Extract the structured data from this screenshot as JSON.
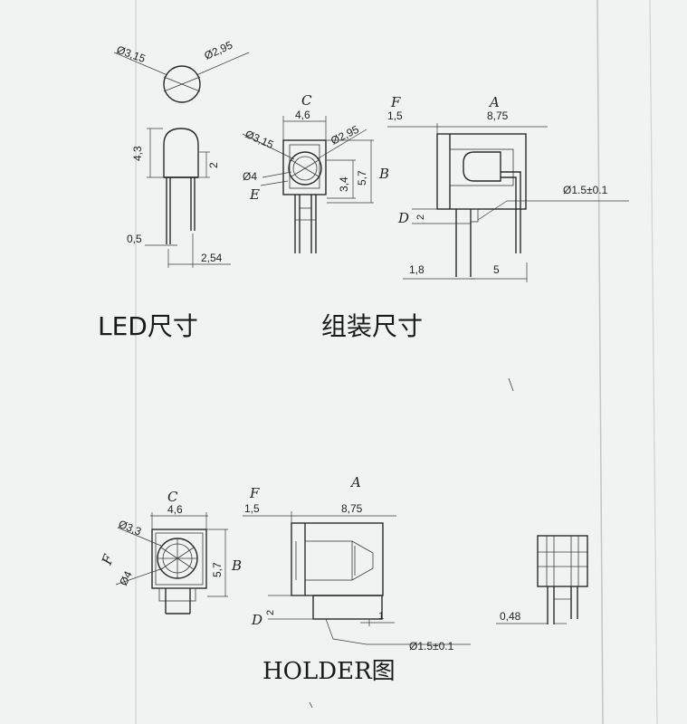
{
  "titles": {
    "led": "LED尺寸",
    "assembly": "组装尺寸",
    "holder": "HOLDER图"
  },
  "led": {
    "d_inner": "Ø3,15",
    "d_outer": "Ø2,95",
    "height": "4,3",
    "lens_h": "2",
    "lead_w": "0,5",
    "pitch": "2,54"
  },
  "assembly": {
    "label_c": "C",
    "width": "4,6",
    "d_a": "Ø3,15",
    "d_b": "Ø2,95",
    "d_hole": "Ø4",
    "label_e": "E",
    "h_inner": "3,4",
    "h_outer": "5,7",
    "label_b": "B",
    "label_f": "F",
    "f_val": "1,5",
    "label_a": "A",
    "a_val": "8,75",
    "pin_hole": "Ø1.5±0.1",
    "label_d": "D",
    "d_val": "2",
    "offset": "1,8",
    "depth": "5"
  },
  "holder": {
    "label_c": "C",
    "width": "4,6",
    "d_hole1": "Ø3,3",
    "label_f": "F",
    "d_hole2": "Ø4",
    "height": "5,7",
    "label_b": "B",
    "label_f2": "F",
    "f_val": "1,5",
    "label_a": "A",
    "a_val": "8,75",
    "label_d": "D",
    "d_val": "2",
    "small": "1",
    "pin_hole": "Ø1.5±0.1",
    "pin_w": "0,48"
  }
}
